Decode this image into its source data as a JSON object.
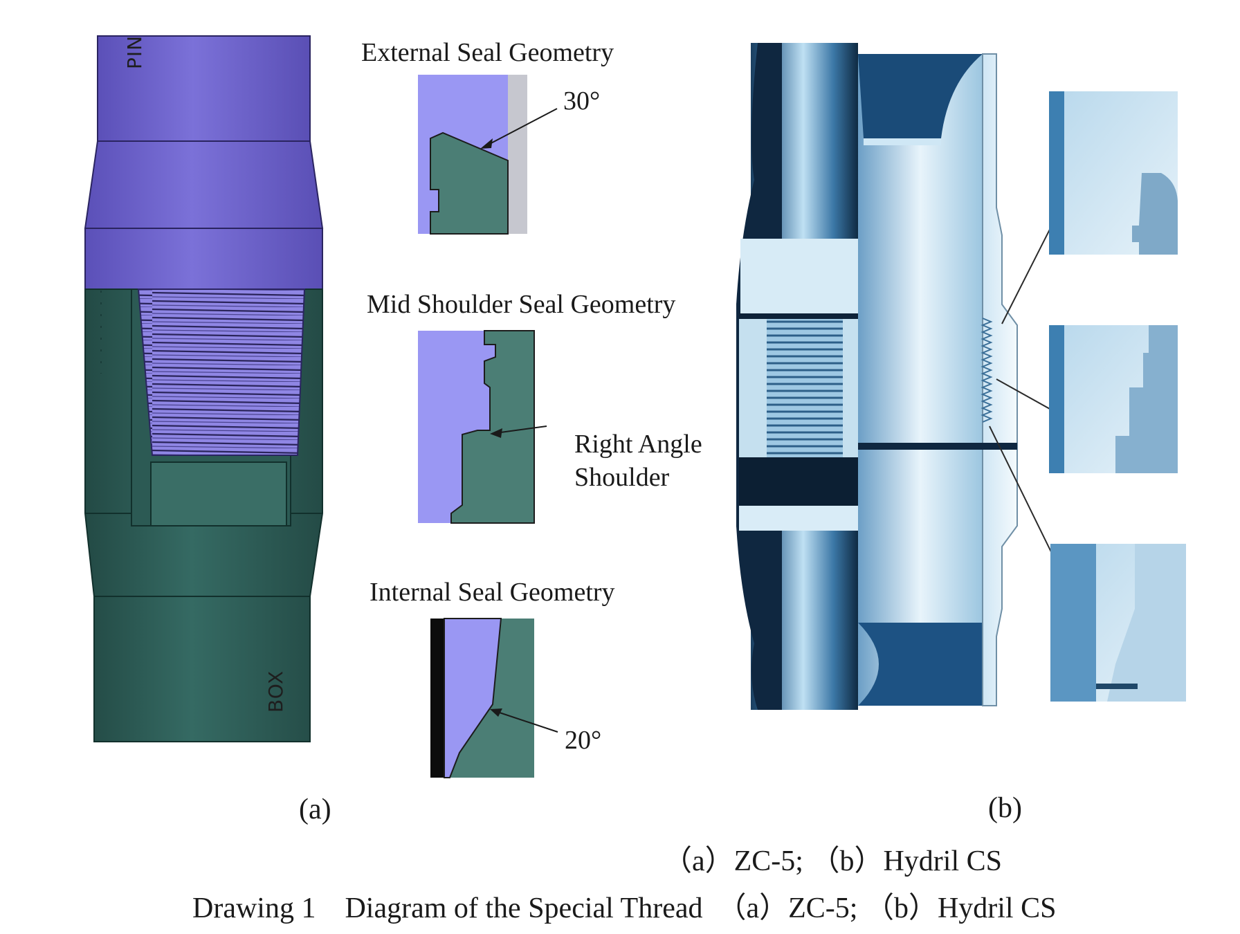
{
  "panel_a": {
    "pin_label": "PIN",
    "box_label": "BOX",
    "external_seal": {
      "title": "External Seal Geometry",
      "angle": "30°"
    },
    "mid_shoulder": {
      "title": "Mid Shoulder Seal Geometry",
      "callout_line1": "Right Angle",
      "callout_line2": "Shoulder"
    },
    "internal_seal": {
      "title": "Internal Seal Geometry",
      "angle": "20°"
    },
    "sublabel": "(a)"
  },
  "panel_b": {
    "sublabel": "(b)"
  },
  "caption": {
    "line1": "（a）ZC-5; （b）Hydril CS",
    "line2": "Drawing 1　Diagram of the Special Thread　（a）ZC-5; （b）Hydril CS"
  },
  "colors": {
    "pin_purple": "#7a70d6",
    "box_teal": "#2f5d58",
    "seal_purple": "#9b98f4",
    "seal_teal": "#4c7f76",
    "steel_blue": "#4a86b5"
  }
}
